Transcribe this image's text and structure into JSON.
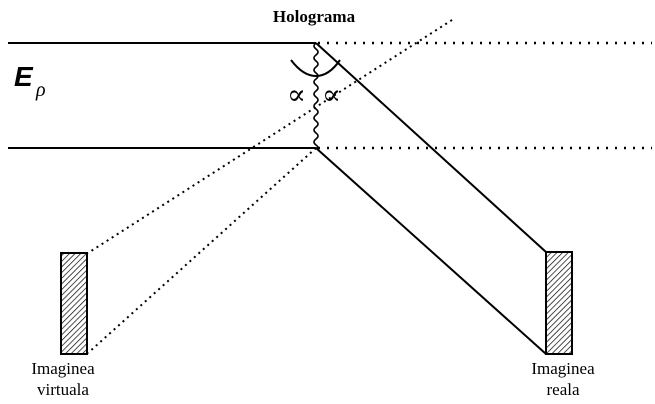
{
  "labels": {
    "hologram": "Holograma",
    "field_symbol": "E",
    "field_subscript": "ρ",
    "angle_left": "∝",
    "angle_right": "∝",
    "virtual_image_line1": "Imaginea",
    "virtual_image_line2": "virtuala",
    "real_image_line1": "Imaginea",
    "real_image_line2": "reala"
  },
  "colors": {
    "ink": "#000000",
    "background": "#ffffff"
  }
}
